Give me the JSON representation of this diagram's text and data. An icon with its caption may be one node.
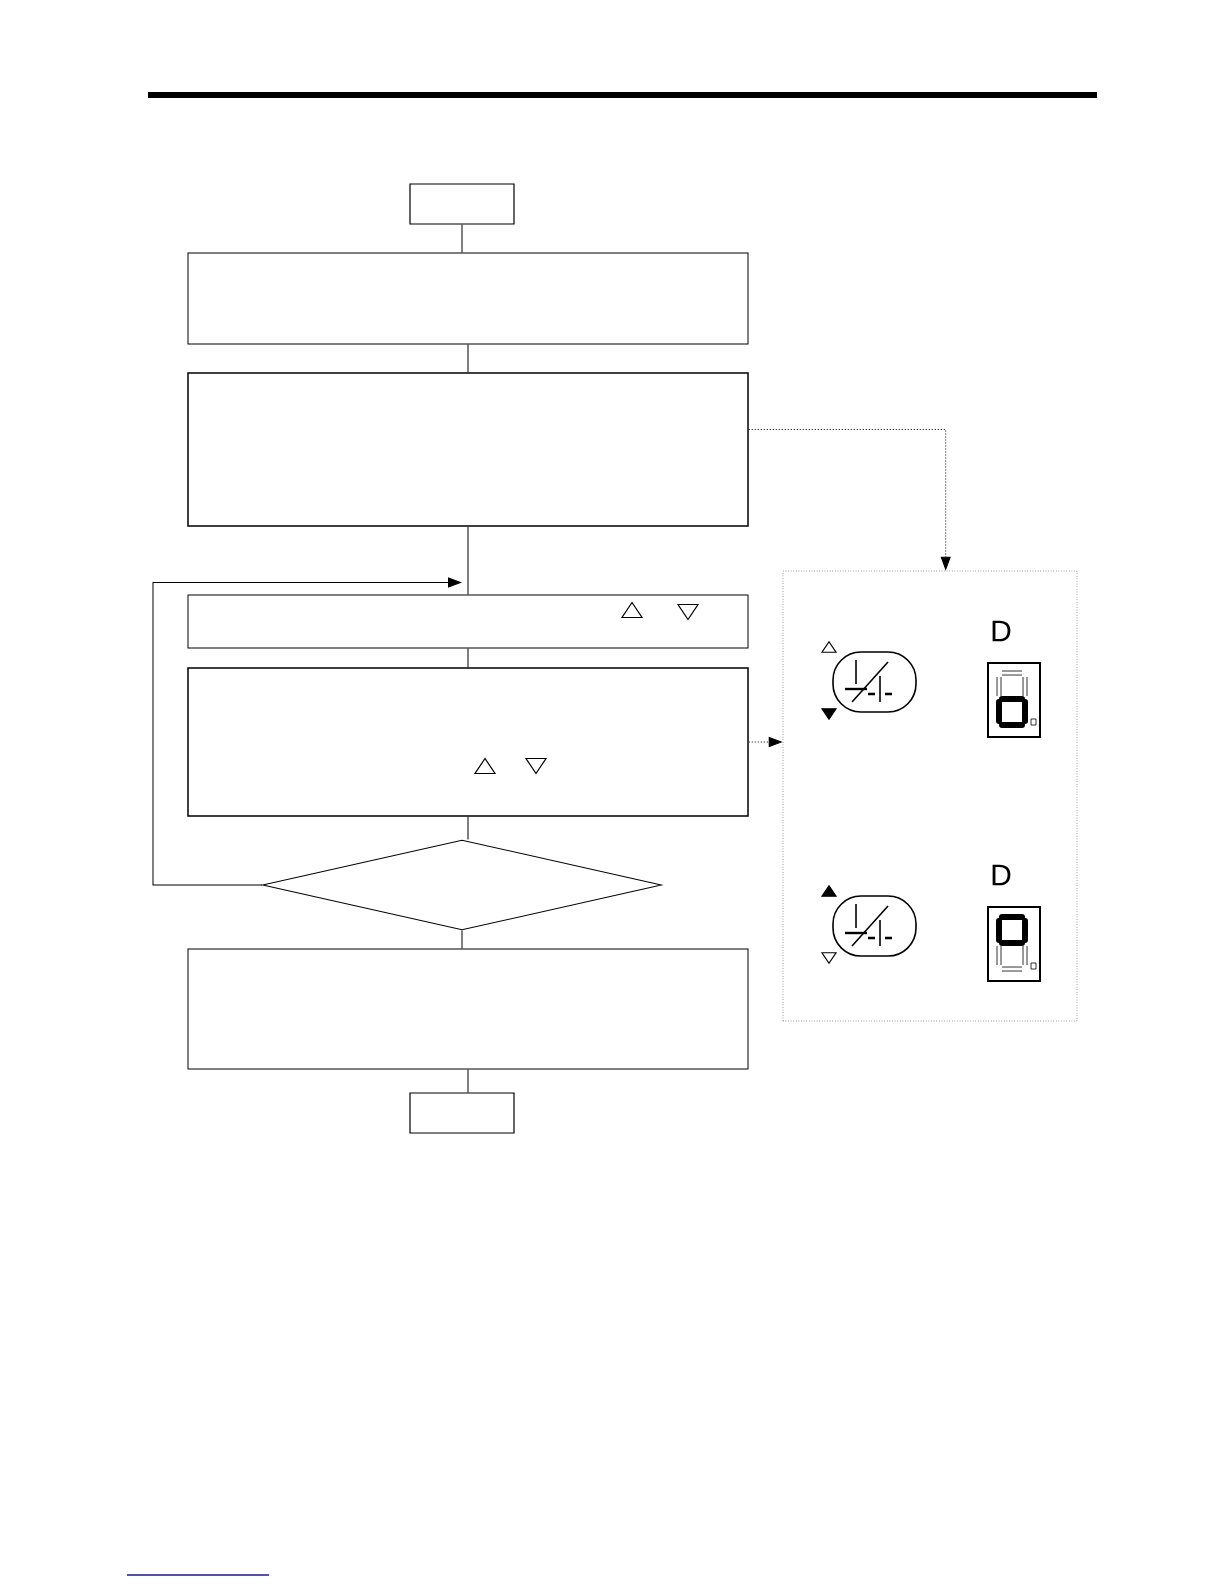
{
  "diagram": {
    "nodes": [
      {
        "text": [],
        "shape": "box"
      },
      {
        "text": [],
        "shape": "box"
      },
      {
        "text": [],
        "shape": "box"
      },
      {
        "text": [],
        "shape": "box"
      },
      {
        "text": [],
        "shape": "box"
      },
      {
        "text": [],
        "shape": "diamond"
      },
      {
        "text": [],
        "shape": "box"
      },
      {
        "text": [],
        "shape": "box"
      },
      {
        "text": [],
        "shape": "box"
      }
    ],
    "edges": [
      {
        "from": 0,
        "to": 1,
        "arrow": "none"
      },
      {
        "from": 1,
        "to": 2,
        "arrow": "none"
      },
      {
        "from": 2,
        "to": 3,
        "arrow": "none"
      },
      {
        "from": 3,
        "to": 4,
        "arrow": "none"
      },
      {
        "from": 4,
        "to": 5,
        "arrow": "none"
      },
      {
        "from": 5,
        "to": 3,
        "arrow": "to"
      },
      {
        "from": 5,
        "to": 6,
        "arrow": "none"
      },
      {
        "from": 6,
        "to": 7,
        "arrow": "none"
      },
      {
        "from": 2,
        "to": 8,
        "arrow": "to",
        "style": "dashed"
      },
      {
        "from": 4,
        "to": 8,
        "arrow": "to",
        "style": "dashed"
      }
    ],
    "labels": [
      "D",
      "D"
    ]
  }
}
